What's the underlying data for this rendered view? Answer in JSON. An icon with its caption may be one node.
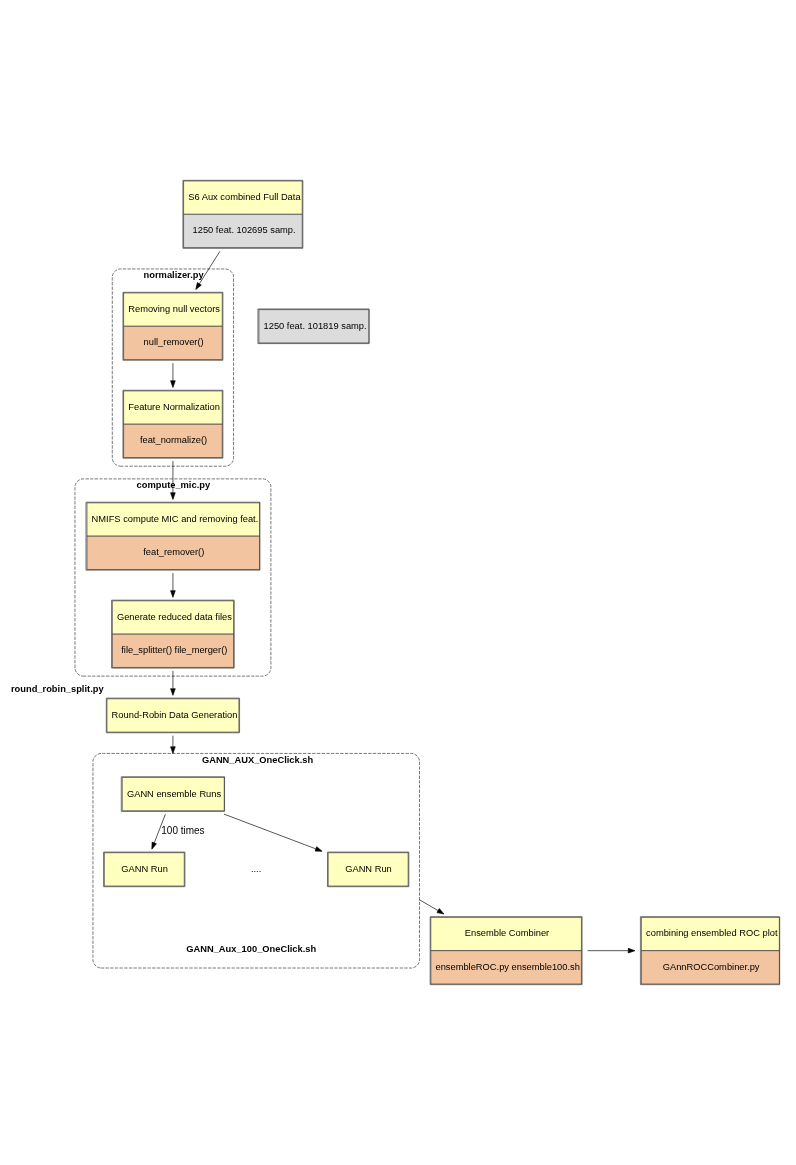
{
  "diagram": {
    "nodes": [
      {
        "text": [
          "normalizer.py"
        ]
      },
      {
        "text": [
          "S6 Aux combined Full Data",
          "1250 feat. 102695 samp."
        ]
      },
      {
        "text": [
          "Removing null vectors",
          "null_remover()"
        ],
        "in": 0
      },
      {
        "text": [
          "Feature Normalization",
          "feat_normalize()"
        ],
        "in": 0
      },
      {
        "text": [
          "1250 feat. 101819 samp."
        ]
      },
      {
        "text": [
          "compute_mic.py"
        ]
      },
      {
        "text": [
          "NMIFS compute MIC and removing feat.",
          "feat_remover()"
        ],
        "in": 5
      },
      {
        "text": [
          "Generate reduced data files",
          "file_splitter() file_merger()"
        ],
        "in": 5
      },
      {
        "text": [
          "Round-Robin Data Generation"
        ],
        "beside": [
          "round_robin_split.py"
        ]
      },
      {
        "text": [
          "GANN_AUX_OneClick.sh"
        ]
      },
      {
        "text": [
          "GANN ensemble Runs"
        ],
        "in": 9
      },
      {
        "text": [
          "GANN Run"
        ],
        "in": 9
      },
      {
        "text": [
          "GANN Run"
        ],
        "in": 9
      },
      {
        "text": [
          "Ensemble Combiner",
          "ensembleROC.py ensemble100.sh"
        ]
      },
      {
        "text": [
          "combining ensembled ROC plot",
          "GAnnROCCombiner.py"
        ]
      }
    ],
    "edges": [
      {
        "from": 1,
        "to": 2,
        "arrow": "to"
      },
      {
        "from": 2,
        "to": 3,
        "arrow": "to"
      },
      {
        "from": 3,
        "to": 6,
        "arrow": "to"
      },
      {
        "from": 6,
        "to": 7,
        "arrow": "to"
      },
      {
        "from": 7,
        "to": 8,
        "arrow": "to"
      },
      {
        "from": 8,
        "to": 9,
        "arrow": "to"
      },
      {
        "from": 10,
        "to": 11,
        "label": "100 times",
        "arrow": "to"
      },
      {
        "from": 10,
        "to": 12,
        "arrow": "to"
      },
      {
        "from": 9,
        "to": 13,
        "arrow": "to"
      },
      {
        "from": 13,
        "to": 14,
        "arrow": "to"
      }
    ],
    "labels": [
      "....",
      "GANN_Aux_100_OneClick.sh"
    ]
  }
}
